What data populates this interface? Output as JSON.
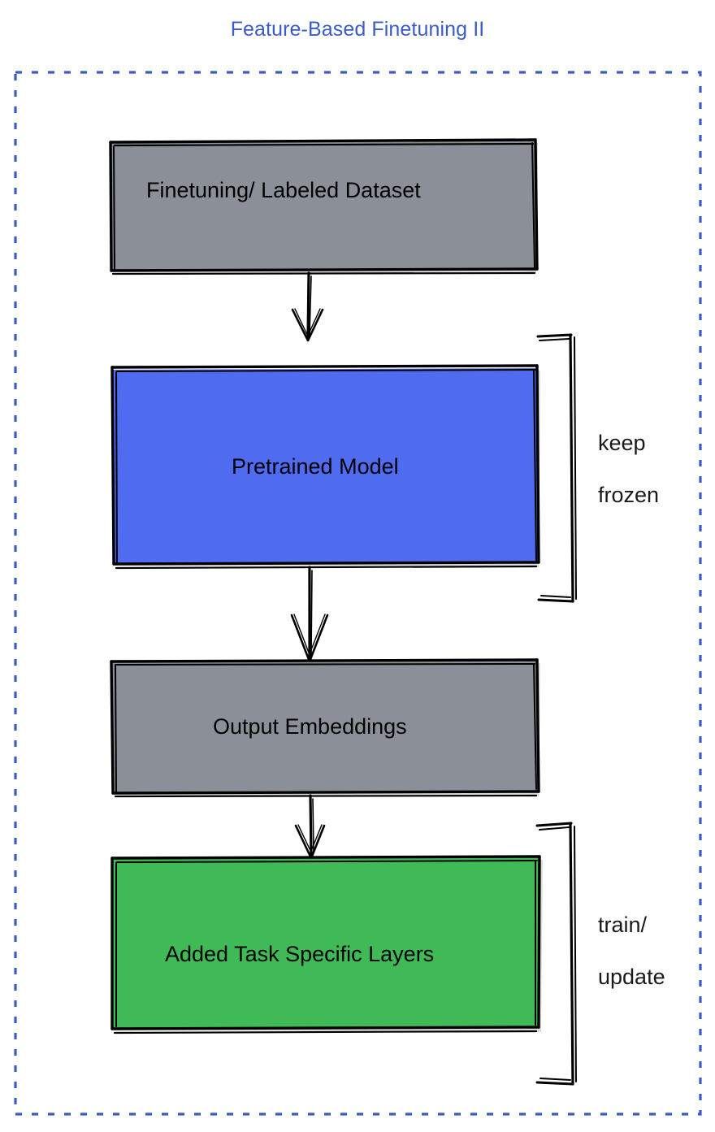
{
  "diagram": {
    "title": "Feature-Based Finetuning II",
    "title_color": "#3b5bc9",
    "frame": {
      "name": "dashed-frame",
      "style": "dashed",
      "color": "#3b5bc9"
    },
    "nodes": [
      {
        "id": "finetuning-dataset",
        "label": "Finetuning/ Labeled Dataset",
        "fill": "#8b9098",
        "stroke": "#000000"
      },
      {
        "id": "pretrained-model",
        "label": "Pretrained Model",
        "fill": "#4f6cf0",
        "stroke": "#000000"
      },
      {
        "id": "output-embeddings",
        "label": "Output Embeddings",
        "fill": "#8b9098",
        "stroke": "#000000"
      },
      {
        "id": "added-task-specific-layers",
        "label": "Added Task Specific Layers",
        "fill": "#3fba56",
        "stroke": "#000000"
      }
    ],
    "annotations": [
      {
        "id": "keep-frozen",
        "line1": "keep",
        "line2": "frozen",
        "target": "pretrained-model"
      },
      {
        "id": "train-update",
        "line1": "train/",
        "line2": "update",
        "target": "added-task-specific-layers"
      }
    ],
    "edges": [
      {
        "from": "finetuning-dataset",
        "to": "pretrained-model"
      },
      {
        "from": "pretrained-model",
        "to": "output-embeddings"
      },
      {
        "from": "output-embeddings",
        "to": "added-task-specific-layers"
      }
    ]
  }
}
